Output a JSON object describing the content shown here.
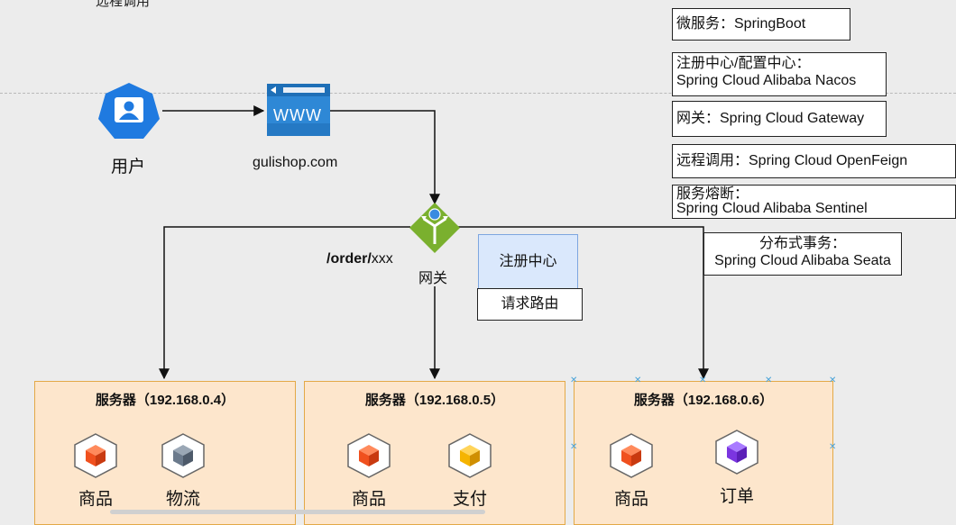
{
  "page": {
    "cut_title": "远程调用"
  },
  "notes": {
    "microservice": "微服务：SpringBoot",
    "registry_line1": "注册中心/配置中心：",
    "registry_line2": "Spring Cloud Alibaba Nacos",
    "gateway": "网关：Spring Cloud Gateway",
    "remote_call": "远程调用：Spring Cloud OpenFeign",
    "circuit_line1": "服务熔断：",
    "circuit_line2": "Spring Cloud Alibaba Sentinel",
    "tx_line1": "分布式事务：",
    "tx_line2": "Spring Cloud Alibaba Seata"
  },
  "flow": {
    "user_label": "用户",
    "browser_icon_text": "WWW",
    "site_label": "gulishop.com",
    "gateway_label": "网关",
    "path_bold": "/order/",
    "path_rest": "xxx",
    "registry_box": "注册中心",
    "route_box": "请求路由"
  },
  "servers": [
    {
      "title": "服务器（192.168.0.4）",
      "services": [
        "商品",
        "物流"
      ]
    },
    {
      "title": "服务器（192.168.0.5）",
      "services": [
        "商品",
        "支付"
      ]
    },
    {
      "title": "服务器（192.168.0.6）",
      "services": [
        "商品",
        "订单"
      ]
    }
  ],
  "colors": {
    "user_icon": "#1f7ae0",
    "gateway_icon": "#7ab02e",
    "server_fill": "#fde6cc",
    "server_border": "#e3a947",
    "registry_fill": "#dae8fc",
    "cube_red": "#f0501e",
    "cube_gray": "#6b7a8c",
    "cube_yellow": "#f5b400",
    "cube_purple": "#7b35e0"
  }
}
